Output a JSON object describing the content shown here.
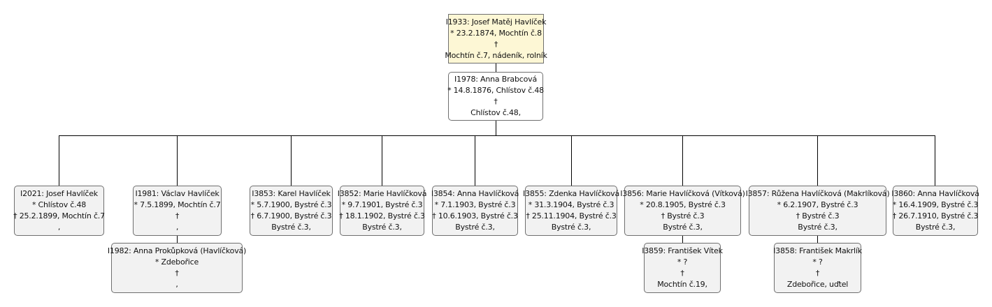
{
  "persons": {
    "root": {
      "name": "I1933: Josef Matěj Havlíček",
      "birth": "* 23.2.1874, Mochtín č.8",
      "death": "†",
      "info": "Mochtín č.7, nádeník, rolník"
    },
    "spouse": {
      "name": "I1978: Anna Brabcová",
      "birth": "* 14.8.1876, Chlístov č.48",
      "death": "†",
      "info": "Chlístov č.48,"
    },
    "children": [
      {
        "name": "I2021: Josef Havlíček",
        "birth": "* Chlístov č.48",
        "death": "† 25.2.1899, Mochtín č.7",
        "info": ","
      },
      {
        "name": "I1981: Václav Havlíček",
        "birth": "* 7.5.1899, Mochtín č.7",
        "death": "†",
        "info": ","
      },
      {
        "name": "I3853: Karel Havlíček",
        "birth": "* 5.7.1900, Bystré č.3",
        "death": "† 6.7.1900, Bystré č.3",
        "info": "Bystré č.3,"
      },
      {
        "name": "I3852: Marie Havlíčková",
        "birth": "* 9.7.1901, Bystré č.3",
        "death": "† 18.1.1902, Bystré č.3",
        "info": "Bystré č.3,"
      },
      {
        "name": "I3854: Anna Havlíčková",
        "birth": "* 7.1.1903, Bystré č.3",
        "death": "† 10.6.1903, Bystré č.3",
        "info": "Bystré č.3,"
      },
      {
        "name": "I3855: Zdenka Havlíčková",
        "birth": "* 31.3.1904, Bystré č.3",
        "death": "† 25.11.1904, Bystré č.3",
        "info": "Bystré č.3,"
      },
      {
        "name": "I3856: Marie Havlíčková (Vítková)",
        "birth": "* 20.8.1905, Bystré č.3",
        "death": "† Bystré č.3",
        "info": "Bystré č.3,"
      },
      {
        "name": "I3857: Růžena Havlíčková (Makrlíková)",
        "birth": "* 6.2.1907, Bystré č.3",
        "death": "† Bystré č.3",
        "info": "Bystré č.3,"
      },
      {
        "name": "I3860: Anna Havlíčková",
        "birth": "* 16.4.1909, Bystré č.3",
        "death": "† 26.7.1910, Bystré č.3",
        "info": "Bystré č.3,"
      }
    ],
    "child_spouses": [
      {
        "name": "I1982: Anna Prokůpková (Havlíčková)",
        "birth": "* Zdebořice",
        "death": "†",
        "info": ","
      },
      {
        "name": "I3859: František Vítek",
        "birth": "* ?",
        "death": "†",
        "info": "Mochtín č.19,"
      },
      {
        "name": "I3858: František Makrlík",
        "birth": "* ?",
        "death": "†",
        "info": "Zdebořice, uďtel"
      }
    ]
  },
  "colors": {
    "root_fill": "#fdf7d5",
    "box_fill": "#f2f2f2",
    "line": "#000000"
  }
}
